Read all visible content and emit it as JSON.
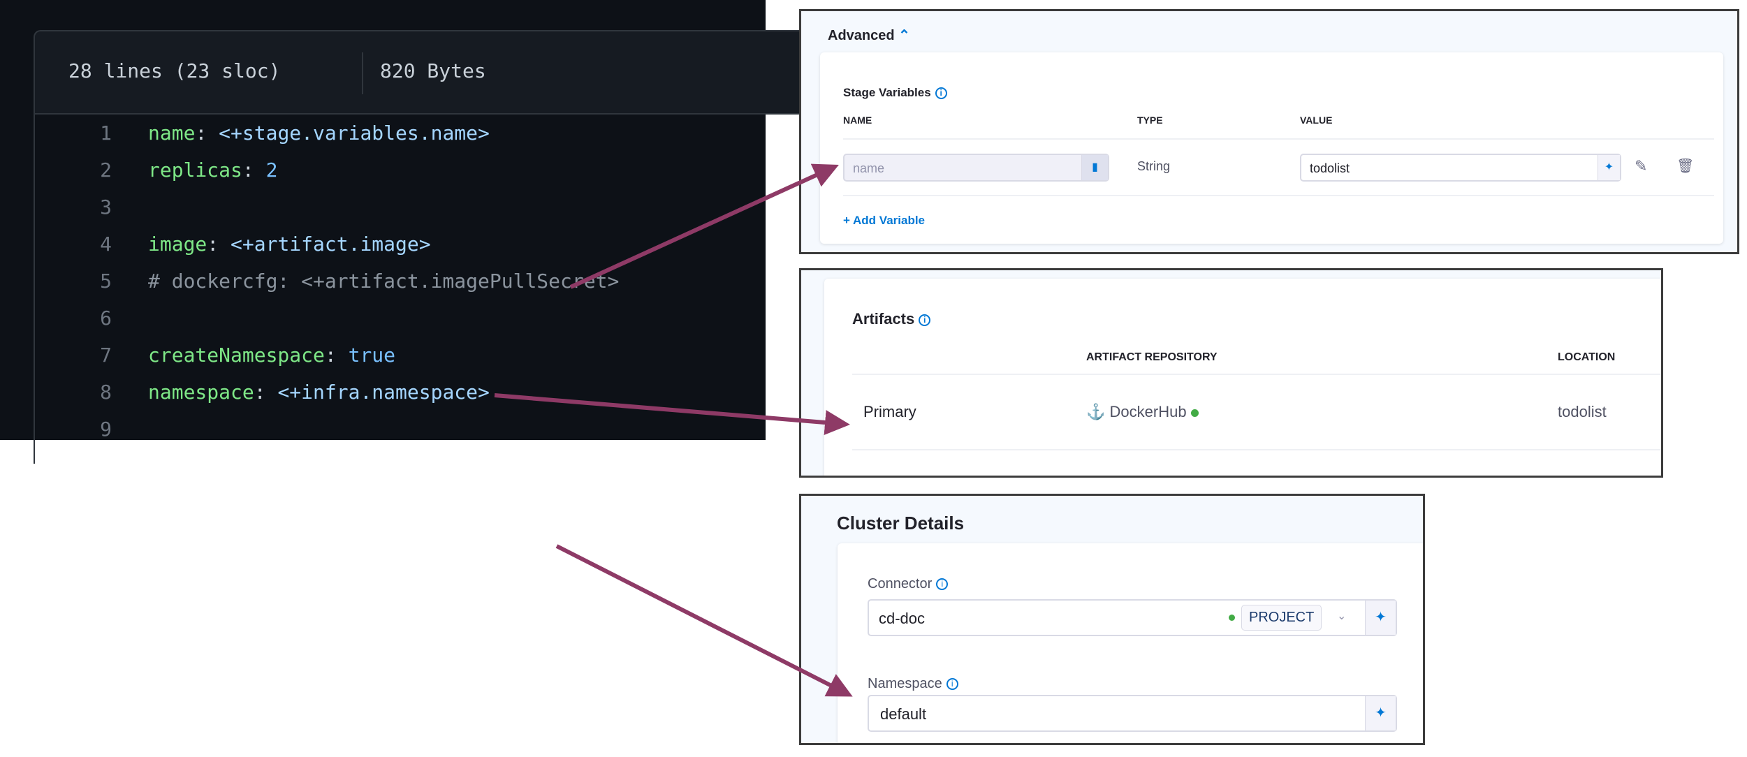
{
  "code_view": {
    "summary": {
      "lines": "28 lines (23 sloc)",
      "size": "820 Bytes"
    },
    "lines": [
      {
        "num": "1",
        "key": "name",
        "sep": ": ",
        "value": "<+stage.variables.name>",
        "type": "expr"
      },
      {
        "num": "2",
        "key": "replicas",
        "sep": ": ",
        "value": "2",
        "type": "number"
      },
      {
        "num": "3"
      },
      {
        "num": "4",
        "key": "image",
        "sep": ": ",
        "value": "<+artifact.image>",
        "type": "expr"
      },
      {
        "num": "5",
        "comment": "# dockercfg: <+artifact.imagePullSecret>"
      },
      {
        "num": "6"
      },
      {
        "num": "7",
        "key": "createNamespace",
        "sep": ": ",
        "value": "true",
        "type": "bool"
      },
      {
        "num": "8",
        "key": "namespace",
        "sep": ": ",
        "value": "<+infra.namespace>",
        "type": "expr"
      },
      {
        "num": "9"
      }
    ]
  },
  "advanced": {
    "title": "Advanced",
    "section": "Stage Variables",
    "columns": [
      "NAME",
      "TYPE",
      "VALUE"
    ],
    "row": {
      "name_placeholder": "name",
      "type": "String",
      "value": "todolist"
    },
    "add_label": "+ Add Variable"
  },
  "artifacts": {
    "title": "Artifacts",
    "columns": [
      "ARTIFACT REPOSITORY",
      "LOCATION"
    ],
    "row": {
      "name": "Primary",
      "repository": "DockerHub",
      "location": "todolist"
    }
  },
  "cluster": {
    "title": "Cluster Details",
    "connector_label": "Connector",
    "connector_value": "cd-doc",
    "connector_scope": "PROJECT",
    "namespace_label": "Namespace",
    "namespace_value": "default"
  },
  "colors": {
    "arrow": "#8e3a66",
    "accent": "#0278d5",
    "status": "#42ab45"
  }
}
